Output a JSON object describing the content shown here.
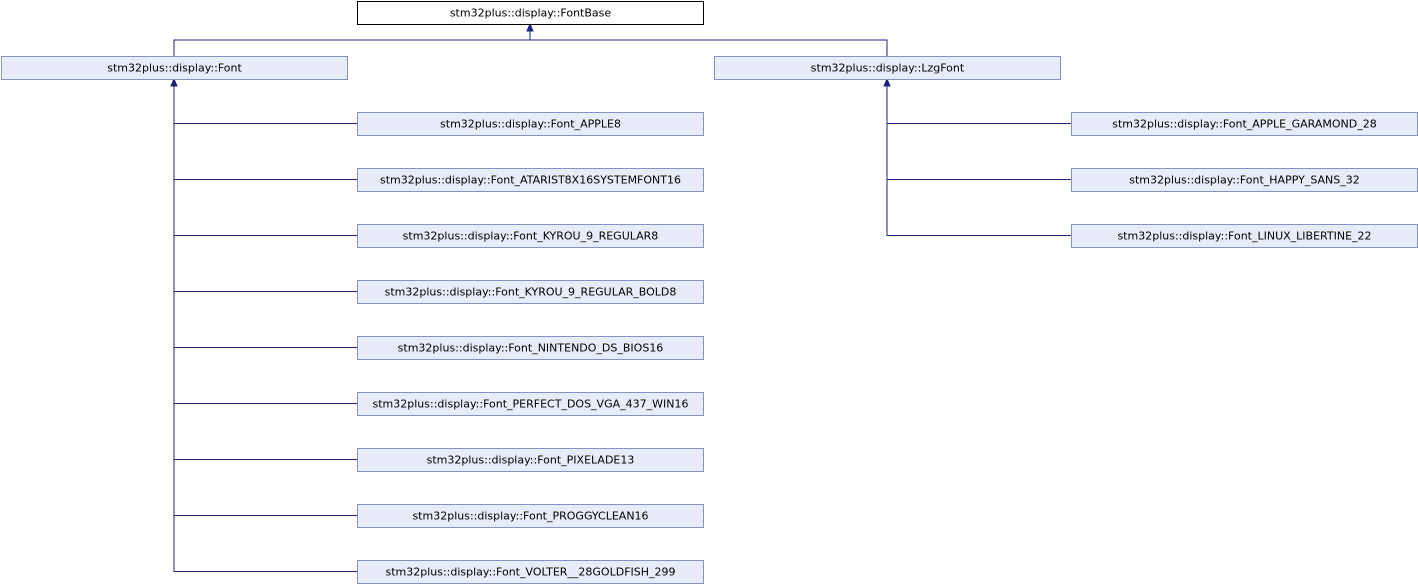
{
  "diagram": {
    "nodes": [
      {
        "id": "FontBase",
        "label": "stm32plus::display::FontBase",
        "root": true
      },
      {
        "id": "Font",
        "label": "stm32plus::display::Font"
      },
      {
        "id": "LzgFont",
        "label": "stm32plus::display::LzgFont"
      },
      {
        "id": "APPLE8",
        "label": "stm32plus::display::Font_APPLE8"
      },
      {
        "id": "ATARI",
        "label": "stm32plus::display::Font_ATARIST8X16SYSTEMFONT16"
      },
      {
        "id": "KYROU",
        "label": "stm32plus::display::Font_KYROU_9_REGULAR8"
      },
      {
        "id": "KYROUB",
        "label": "stm32plus::display::Font_KYROU_9_REGULAR_BOLD8"
      },
      {
        "id": "NDS",
        "label": "stm32plus::display::Font_NINTENDO_DS_BIOS16"
      },
      {
        "id": "DOSVGA",
        "label": "stm32plus::display::Font_PERFECT_DOS_VGA_437_WIN16"
      },
      {
        "id": "PIX",
        "label": "stm32plus::display::Font_PIXELADE13"
      },
      {
        "id": "PROGGY",
        "label": "stm32plus::display::Font_PROGGYCLEAN16"
      },
      {
        "id": "VOLTER",
        "label": "stm32plus::display::Font_VOLTER__28GOLDFISH_299"
      },
      {
        "id": "GARAMOND",
        "label": "stm32plus::display::Font_APPLE_GARAMOND_28"
      },
      {
        "id": "HAPPY",
        "label": "stm32plus::display::Font_HAPPY_SANS_32"
      },
      {
        "id": "LIBERTINE",
        "label": "stm32plus::display::Font_LINUX_LIBERTINE_22"
      }
    ],
    "edges": [
      {
        "from": "Font",
        "to": "FontBase"
      },
      {
        "from": "LzgFont",
        "to": "FontBase"
      },
      {
        "from": "APPLE8",
        "to": "Font"
      },
      {
        "from": "ATARI",
        "to": "Font"
      },
      {
        "from": "KYROU",
        "to": "Font"
      },
      {
        "from": "KYROUB",
        "to": "Font"
      },
      {
        "from": "NDS",
        "to": "Font"
      },
      {
        "from": "DOSVGA",
        "to": "Font"
      },
      {
        "from": "PIX",
        "to": "Font"
      },
      {
        "from": "PROGGY",
        "to": "Font"
      },
      {
        "from": "VOLTER",
        "to": "Font"
      },
      {
        "from": "GARAMOND",
        "to": "LzgFont"
      },
      {
        "from": "HAPPY",
        "to": "LzgFont"
      },
      {
        "from": "LIBERTINE",
        "to": "LzgFont"
      }
    ]
  }
}
